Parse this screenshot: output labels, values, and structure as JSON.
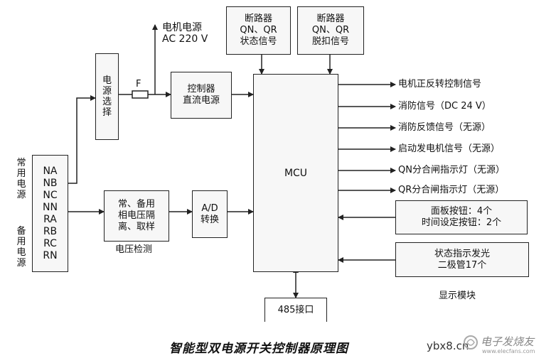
{
  "motor_power": "电机电源\nAC 220 V",
  "breaker_status": "断路器\nQN、QR\n状态信号",
  "breaker_trip": "断路器\nQN、QR\n脱扣信号",
  "power_select": "电源选择",
  "fuse": "F",
  "controller_dc": "控制器\n直流电源",
  "mcu": "MCU",
  "source_normal": "常用电源",
  "source_backup": "备用电源",
  "phase_terminals": "NA\nNB\nNC\nNN\nRA\nRB\nRC\nRN",
  "voltage_sampling": "常、备用\n相电压隔\n离、取样",
  "voltage_detect": "电压检测",
  "ad": "A/D\n转换",
  "outputs": [
    "电机正反转控制信号",
    "消防信号（DC 24 V）",
    "消防反馈信号（无源）",
    "启动发电机信号（无源）",
    "QN分合闸指示灯（无源）",
    "QR分合闸指示灯（无源）"
  ],
  "panel_buttons": "面板按钮：4个\n时间设定按钮：2个",
  "status_led": "状态指示发光\n二极管17个",
  "display_module": "显示模块",
  "rs485": "485接口",
  "caption": "智能型双电源开关控制器原理图",
  "watermark_site": "ybx8.cn",
  "watermark_brand": "电子发烧友",
  "watermark_url": "www.elecfans.com"
}
